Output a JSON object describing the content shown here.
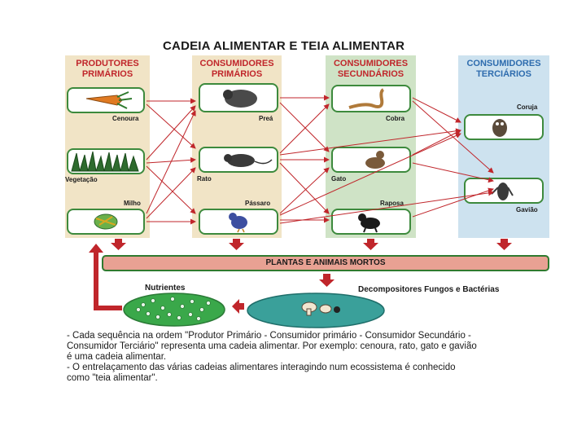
{
  "title": "CADEIA ALIMENTAR E TEIA ALIMENTAR",
  "columns": {
    "produtores": "PRODUTORES PRIMÁRIOS",
    "primarios": "CONSUMIDORES PRIMÁRIOS",
    "secundarios": "CONSUMIDORES SECUNDÁRIOS",
    "terciarios": "CONSUMIDORES TERCIÁRIOS"
  },
  "organisms": {
    "cenoura": "Cenoura",
    "vegetacao": "Vegetação",
    "milho": "Milho",
    "prea": "Preá",
    "rato": "Rato",
    "passaro": "Pássaro",
    "cobra": "Cobra",
    "gato": "Gato",
    "raposa": "Raposa",
    "coruja": "Coruja",
    "gaviao": "Gavião"
  },
  "dead_matter": "PLANTAS E ANIMAIS MORTOS",
  "nutrients": "Nutrientes",
  "decomposers": "Decompositores Fungos e Bactérias",
  "note": {
    "line1": "- Cada sequência na ordem \"Produtor Primário - Consumidor primário - Consumidor Secundário -",
    "line2": "Consumidor Terciário\" representa uma cadeia alimentar. Por exemplo: cenoura, rato, gato e gavião",
    "line3": "é uma cadeia alimentar.",
    "line4": "- O entrelaçamento das várias cadeias alimentares interagindo num ecossistema é conhecido",
    "line5": "como  \"teia alimentar\"."
  },
  "colors": {
    "arrow": "#c0262b",
    "border_green": "#3d8a3d",
    "heading_red": "#c0262b",
    "heading_blue": "#2e6cae"
  }
}
